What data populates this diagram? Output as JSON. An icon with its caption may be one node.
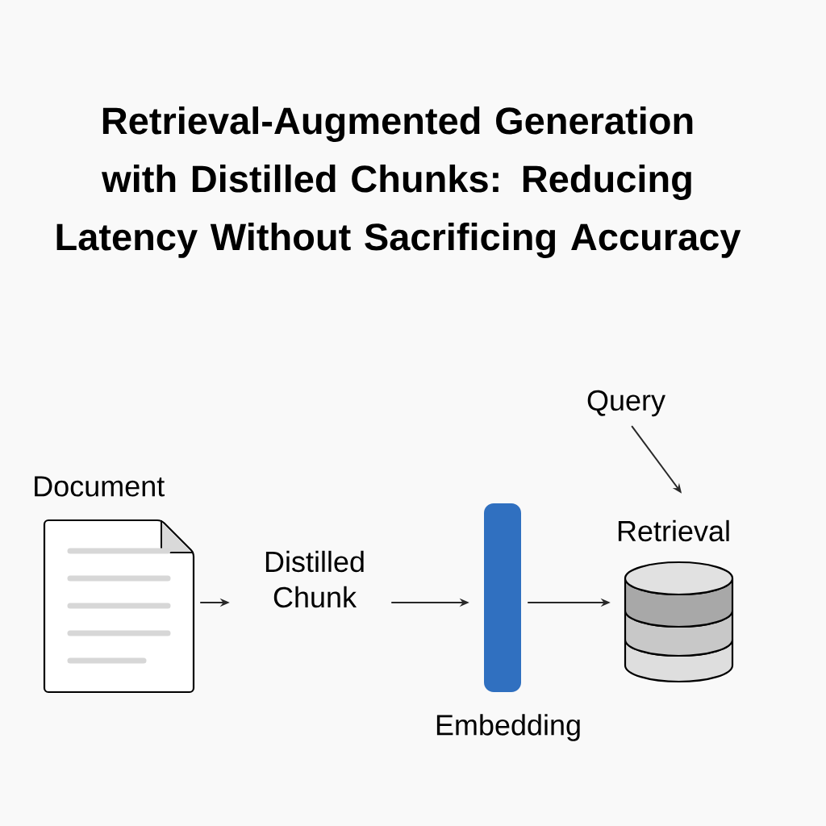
{
  "diagram": {
    "title": "Retrieval-Augmented Generation with Distilled Chunks: Reducing Latency Without Sacrificing Accuracy",
    "nodes": [
      {
        "text": [
          "Document"
        ]
      },
      {
        "text": [
          "Distilled Chunk"
        ]
      },
      {
        "text": [
          "Embedding"
        ]
      },
      {
        "text": [
          "Retrieval"
        ]
      },
      {
        "text": [
          "Query"
        ]
      }
    ],
    "edges": [
      {
        "from": 0,
        "to": 1,
        "arrow": "to"
      },
      {
        "from": 1,
        "to": 2,
        "arrow": "to"
      },
      {
        "from": 2,
        "to": 3,
        "arrow": "to"
      },
      {
        "from": 4,
        "to": 3,
        "arrow": "to"
      }
    ]
  }
}
